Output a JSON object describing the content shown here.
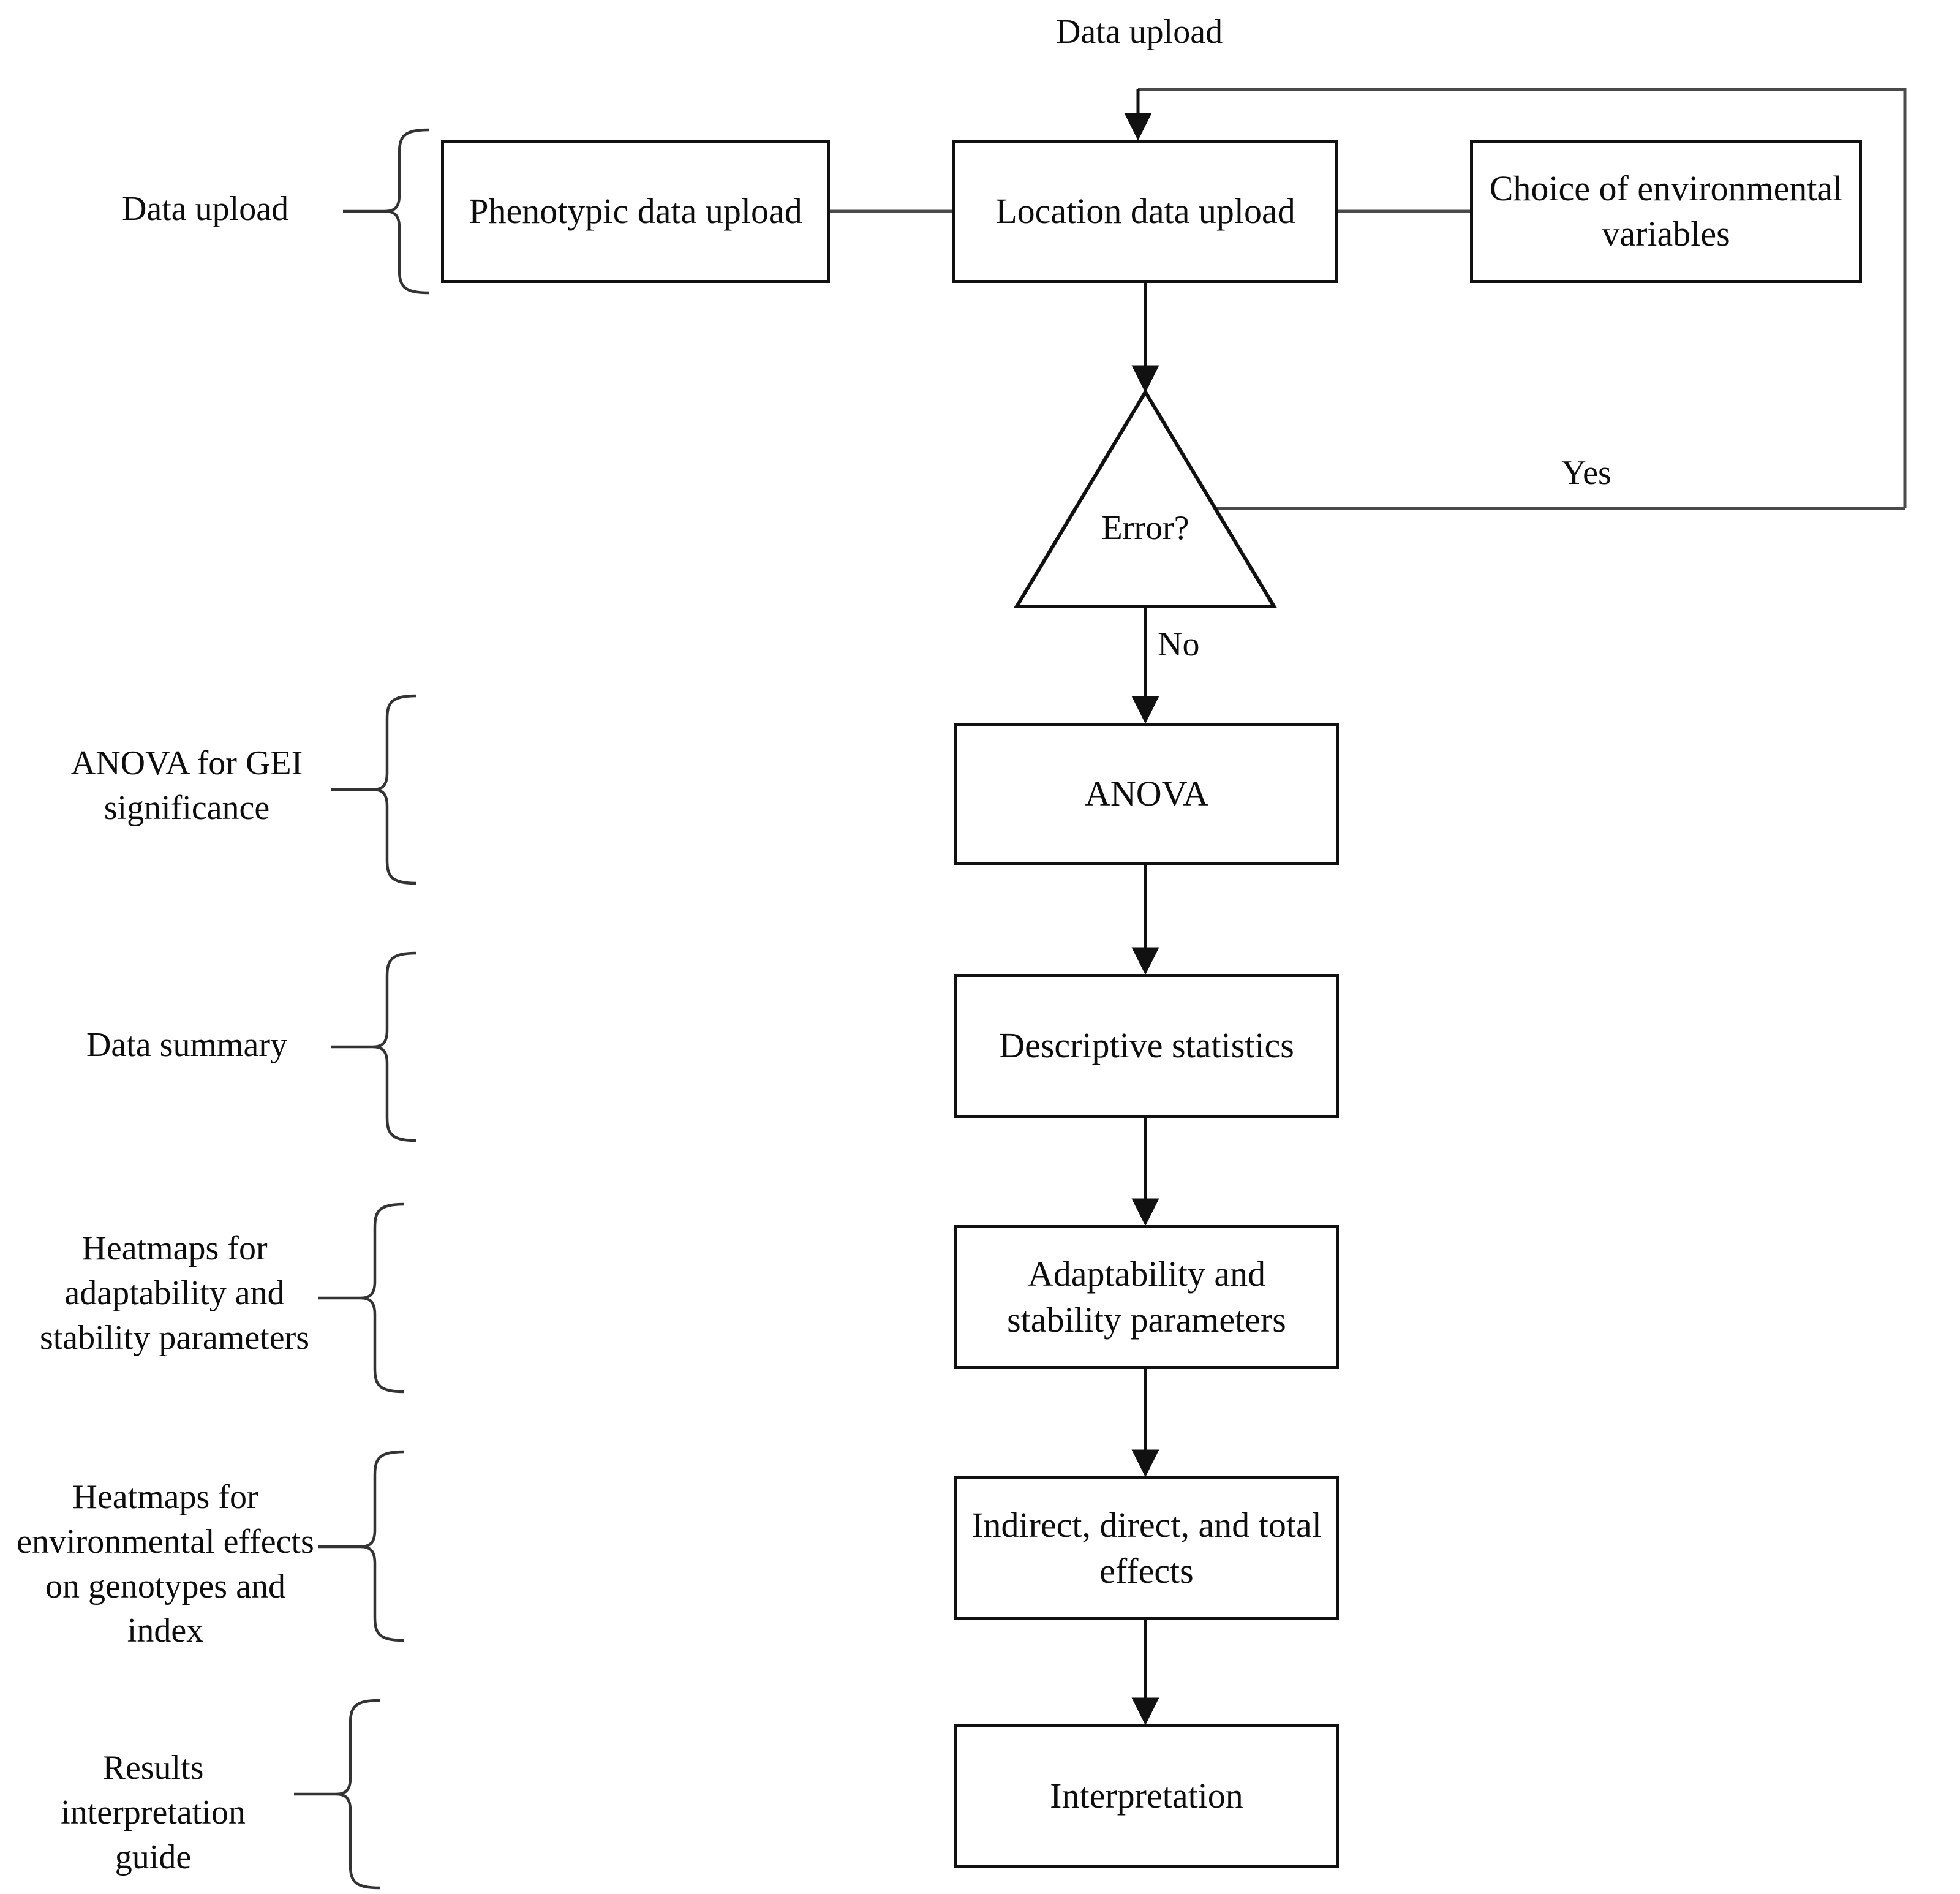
{
  "diagram": {
    "title_label": "Data upload",
    "nodes": [
      {
        "id": "phenotypic",
        "label": "Phenotypic data upload",
        "shape": "rectangle"
      },
      {
        "id": "location",
        "label": "Location data upload",
        "shape": "rectangle"
      },
      {
        "id": "choice",
        "label": "Choice of\nenvironmental\nvariables",
        "shape": "rectangle"
      },
      {
        "id": "error",
        "label": "Error?",
        "shape": "triangle"
      },
      {
        "id": "anova",
        "label": "ANOVA",
        "shape": "rectangle"
      },
      {
        "id": "descriptive",
        "label": "Descriptive statistics",
        "shape": "rectangle"
      },
      {
        "id": "adaptability",
        "label": "Adaptability and\nstability parameters",
        "shape": "rectangle"
      },
      {
        "id": "effects",
        "label": "Indirect, direct, and\ntotal effects",
        "shape": "rectangle"
      },
      {
        "id": "interpretation",
        "label": "Interpretation",
        "shape": "rectangle"
      }
    ],
    "edge_labels": {
      "loop_top": "Data upload",
      "yes": "Yes",
      "no": "No"
    },
    "section_labels": [
      {
        "id": "sec-data-upload",
        "text": "Data upload"
      },
      {
        "id": "sec-anova",
        "text": "ANOVA for GEI\nsignificance"
      },
      {
        "id": "sec-data-summary",
        "text": "Data summary"
      },
      {
        "id": "sec-heatmap-stability",
        "text": "Heatmaps for\nadaptability and\nstability parameters"
      },
      {
        "id": "sec-heatmap-env",
        "text": "Heatmaps for\nenvironmental effects\non genotypes and index"
      },
      {
        "id": "sec-results-guide",
        "text": "Results interpretation\nguide"
      }
    ],
    "colors": {
      "stroke": "#111111",
      "connector": "#4a4a4a",
      "background": "#ffffff",
      "text": "#0d0d0d"
    }
  }
}
